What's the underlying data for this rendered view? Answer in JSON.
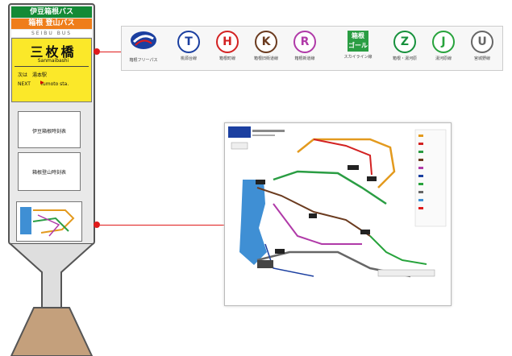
{
  "pole": {
    "operator": "伊豆箱根バス",
    "operator2": "箱根 登山バス",
    "roman_strip": "SEIBU BUS",
    "stop_name": "三枚橋",
    "stop_roman": "Sanmaibashi",
    "next_row1": "次は　湯本駅",
    "next_arrow": "▶",
    "next_row2": "NEXT　　Yumoto sta.",
    "panel1": "伊豆箱根時刻表",
    "panel2": "箱根登山時刻表"
  },
  "routes": [
    {
      "letter": "",
      "name": "箱根フリーパス",
      "color": "#1b3fa0"
    },
    {
      "letter": "T",
      "name": "桃源台線",
      "color": "#1b3fa0"
    },
    {
      "letter": "H",
      "name": "箱根町線",
      "color": "#d32222"
    },
    {
      "letter": "K",
      "name": "箱根旧街道線",
      "color": "#6b3b1f"
    },
    {
      "letter": "R",
      "name": "箱根新道線",
      "color": "#b03aa8"
    },
    {
      "letter": "箱根 ゴールド",
      "name": "スカイライン線",
      "color": "#2a9d43"
    },
    {
      "letter": "Z",
      "name": "箱根・湯河原",
      "color": "#17913d"
    },
    {
      "letter": "J",
      "name": "湯河原線",
      "color": "#27a33c"
    },
    {
      "letter": "U",
      "name": "宮城野線",
      "color": "#666666"
    }
  ],
  "colors": {
    "connector": "#e01b1b"
  }
}
